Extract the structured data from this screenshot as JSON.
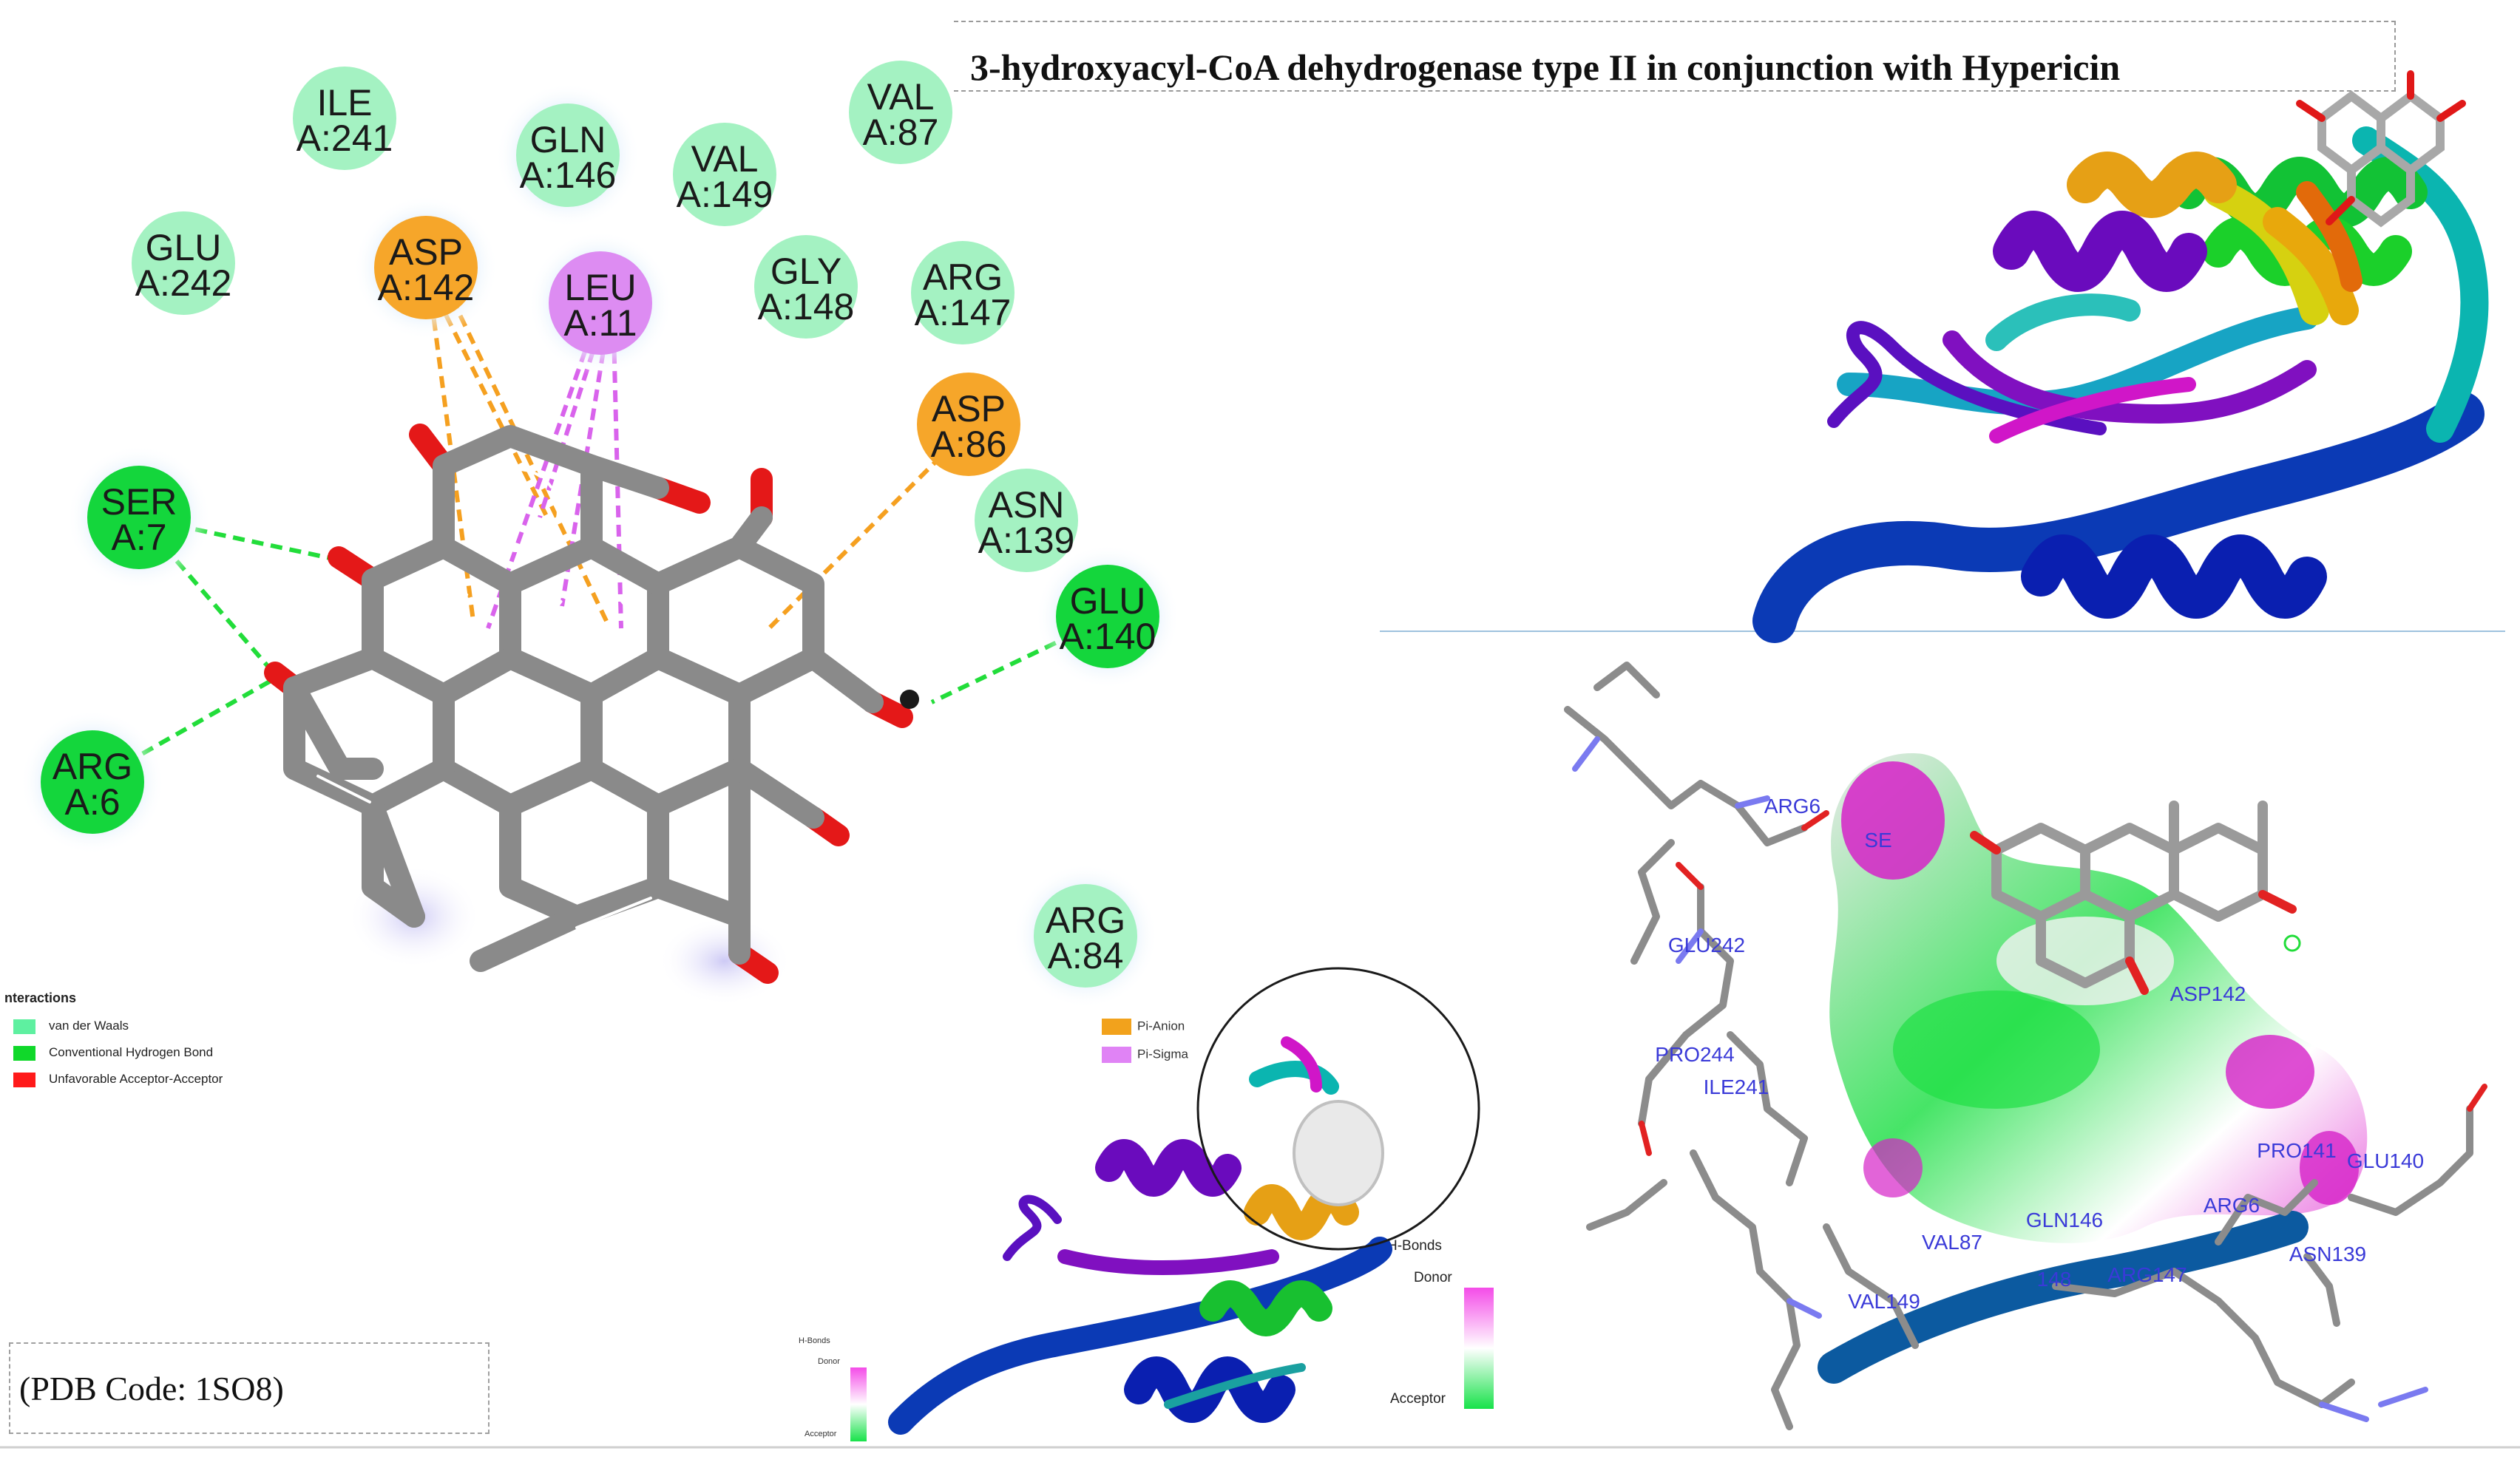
{
  "title": "3-hydroxyacyl-CoA dehydrogenase type II in conjunction with Hypericin",
  "pdb_code": "(PDB Code: 1SO8)",
  "colors": {
    "van_der_waals": "#a8f0c4",
    "conventional_hbond": "#1ed84a",
    "unfavorable": "#ff1a1a",
    "pi_anion": "#f5a623",
    "pi_sigma": "#d98af0",
    "bond": "#8e8e8e",
    "oxygen": "#e61c1c"
  },
  "legend_2d": {
    "title": "nteractions",
    "items": [
      {
        "label": "van der Waals"
      },
      {
        "label": "Conventional Hydrogen Bond"
      },
      {
        "label": "Unfavorable Acceptor-Acceptor"
      }
    ],
    "items_right": [
      {
        "label": "Pi-Anion"
      },
      {
        "label": "Pi-Sigma"
      }
    ]
  },
  "residues_2d": [
    {
      "name": "ILE",
      "num": "A:241",
      "type": "vdw"
    },
    {
      "name": "GLN",
      "num": "A:146",
      "type": "vdw"
    },
    {
      "name": "VAL",
      "num": "A:149",
      "type": "vdw"
    },
    {
      "name": "VAL",
      "num": "A:87",
      "type": "vdw"
    },
    {
      "name": "GLU",
      "num": "A:242",
      "type": "vdw"
    },
    {
      "name": "ASP",
      "num": "A:142",
      "type": "pianion"
    },
    {
      "name": "LEU",
      "num": "A:11",
      "type": "pisigma"
    },
    {
      "name": "GLY",
      "num": "A:148",
      "type": "vdw"
    },
    {
      "name": "ARG",
      "num": "A:147",
      "type": "vdw"
    },
    {
      "name": "ASP",
      "num": "A:86",
      "type": "pianion"
    },
    {
      "name": "SER",
      "num": "A:7",
      "type": "hbond"
    },
    {
      "name": "ASN",
      "num": "A:139",
      "type": "vdw"
    },
    {
      "name": "GLU",
      "num": "A:140",
      "type": "hbond"
    },
    {
      "name": "ARG",
      "num": "A:6",
      "type": "hbond"
    },
    {
      "name": "ARG",
      "num": "A:84",
      "type": "vdw"
    }
  ],
  "hbond_legend_large": {
    "title": "H-Bonds",
    "donor": "Donor",
    "acceptor": "Acceptor"
  },
  "hbond_legend_small": {
    "title": "H-Bonds",
    "donor": "Donor",
    "acceptor": "Acceptor"
  },
  "residues_3d": [
    {
      "label": "ARG6"
    },
    {
      "label": "SE"
    },
    {
      "label": "GLU242"
    },
    {
      "label": "PRO244"
    },
    {
      "label": "ILE241"
    },
    {
      "label": "ASP142"
    },
    {
      "label": "PRO141"
    },
    {
      "label": "GLU140"
    },
    {
      "label": "ARG6"
    },
    {
      "label": "ASN139"
    },
    {
      "label": "VAL87"
    },
    {
      "label": "GLN146"
    },
    {
      "label": "VAL149"
    },
    {
      "label": "148"
    },
    {
      "label": "ARG147"
    }
  ]
}
